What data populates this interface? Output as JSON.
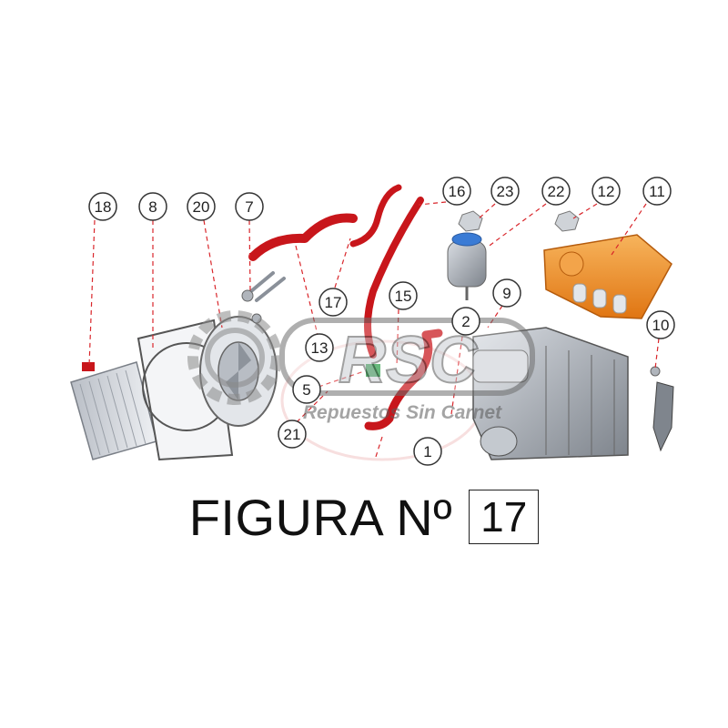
{
  "callouts": [
    "18",
    "8",
    "20",
    "7",
    "17",
    "16",
    "23",
    "22",
    "12",
    "11",
    "15",
    "9",
    "2",
    "13",
    "5",
    "21",
    "10",
    "1"
  ],
  "watermark": {
    "logo_text": "RSC",
    "tagline": "Repuestos Sin Carnet"
  },
  "caption": {
    "label": "FIGURA Nº",
    "number": "17"
  },
  "colors": {
    "hose_red": "#c8161b",
    "cover_orange": "#f08a1c",
    "metal_grey": "#9aa0a8",
    "leader_red": "#d9262b",
    "watermark_grey": "#8a8a8a"
  }
}
